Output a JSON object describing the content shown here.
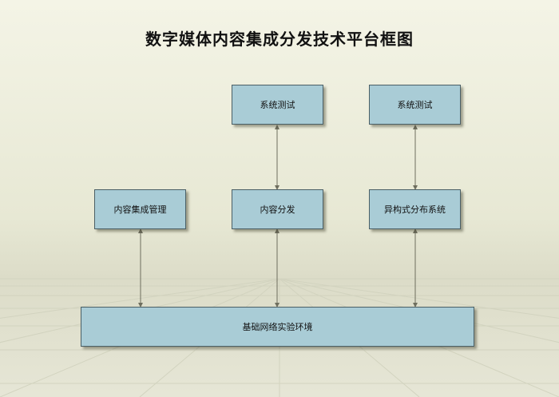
{
  "title": "数字媒体内容集成分发技术平台框图",
  "nodes": {
    "test_1": "系统测试",
    "test_2": "系统测试",
    "content_integration": "内容集成管理",
    "content_distribution": "内容分发",
    "heterogeneous_distributed": "异构式分布系统",
    "base_network": "基础网络实验环境"
  },
  "colors": {
    "node_fill": "#a9ccd6",
    "node_border": "#4a5f66",
    "connector": "#6e6e5e"
  }
}
